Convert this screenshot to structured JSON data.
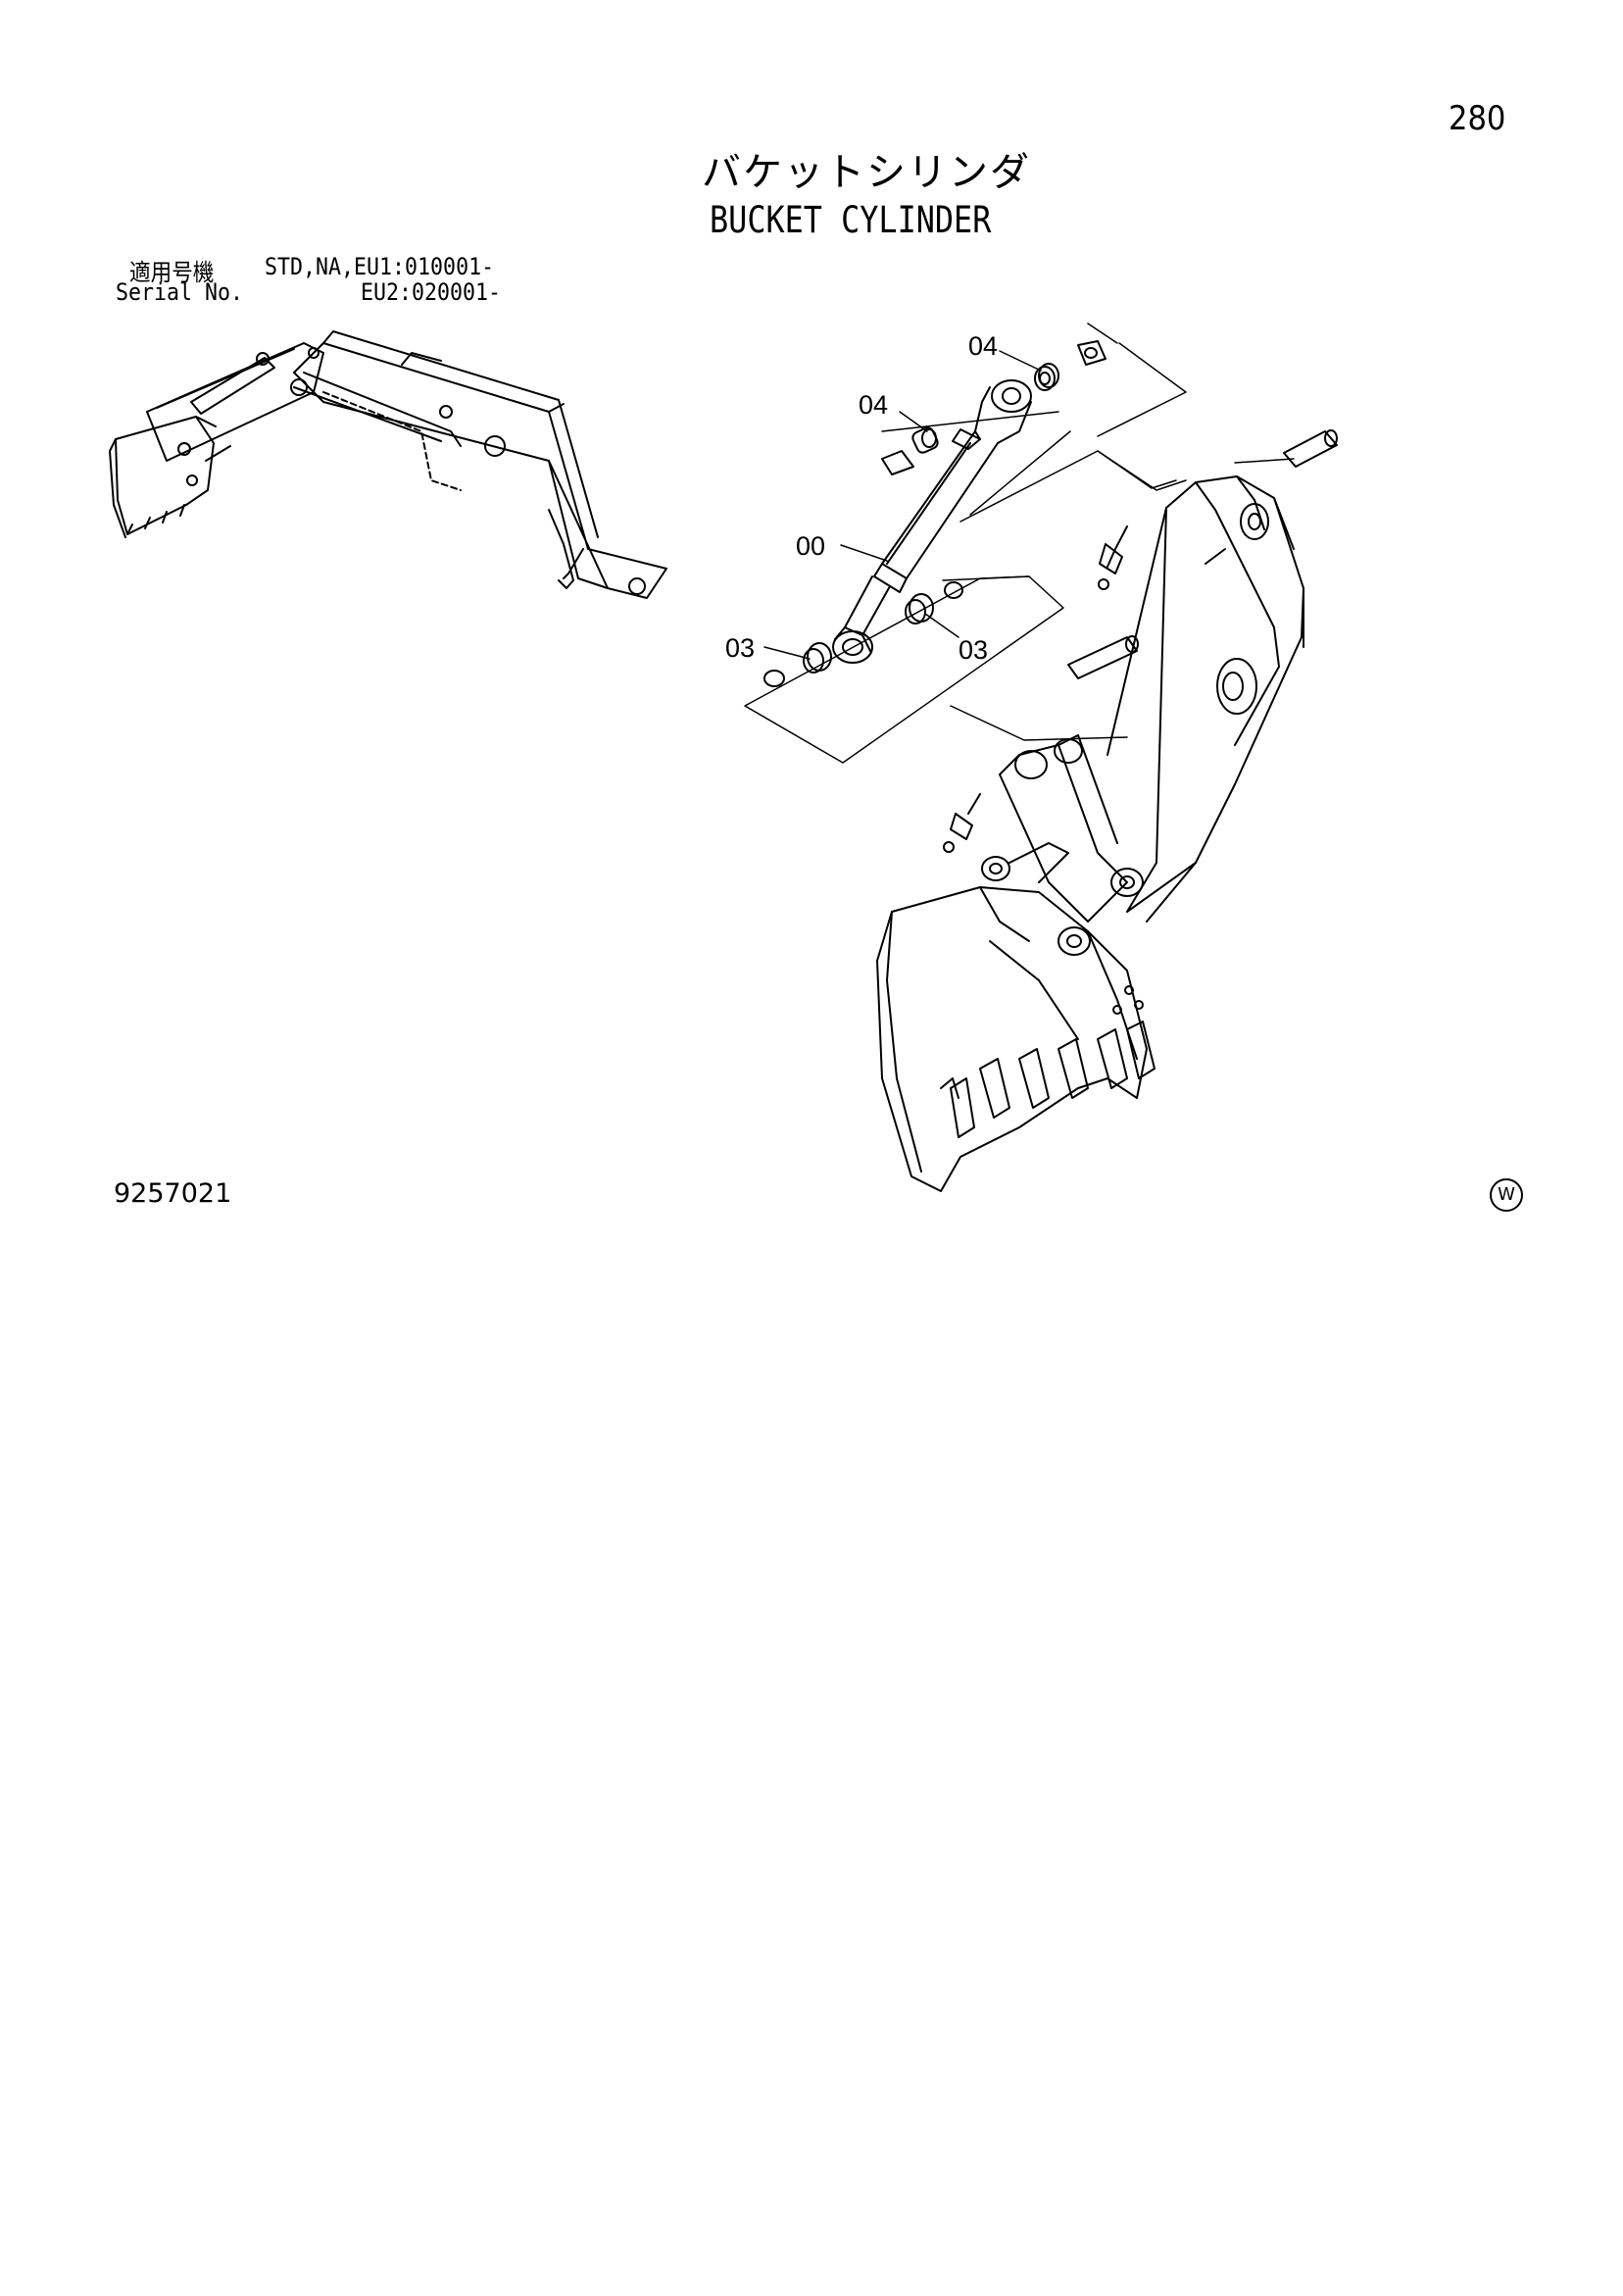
{
  "page": {
    "number": "280",
    "title_jp": "バケットシリンダ",
    "title_en": "BUCKET CYLINDER",
    "serial": {
      "label_jp": "適用号機",
      "label_en": "Serial No.",
      "line1": "STD,NA,EU1:010001-",
      "line2": "EU2:020001-"
    },
    "document_number": "9257021",
    "mark": "W"
  },
  "callouts": [
    {
      "id": "c04a",
      "label": "04"
    },
    {
      "id": "c04b",
      "label": "04"
    },
    {
      "id": "c00",
      "label": "00"
    },
    {
      "id": "c03a",
      "label": "03"
    },
    {
      "id": "c03b",
      "label": "03"
    }
  ]
}
